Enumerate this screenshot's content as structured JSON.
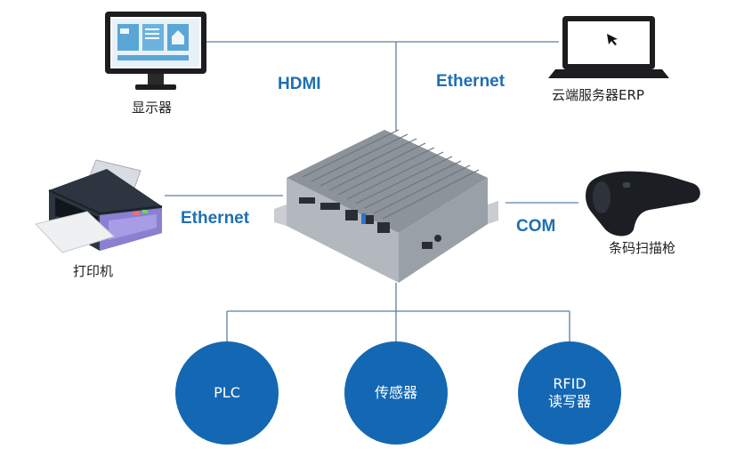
{
  "devices": {
    "monitor": "显示器",
    "cloud_server": "云端服务器ERP",
    "printer": "打印机",
    "scanner": "条码扫描枪"
  },
  "connections": {
    "hdmi": "HDMI",
    "ethernet_top": "Ethernet",
    "ethernet_left": "Ethernet",
    "com": "COM"
  },
  "nodes": {
    "plc": "PLC",
    "sensor": "传感器",
    "rfid_line1": "RFID",
    "rfid_line2": "读写器"
  },
  "colors": {
    "accent": "#1468b3",
    "label": "#1f6fb2",
    "line": "#5b7fa6"
  }
}
